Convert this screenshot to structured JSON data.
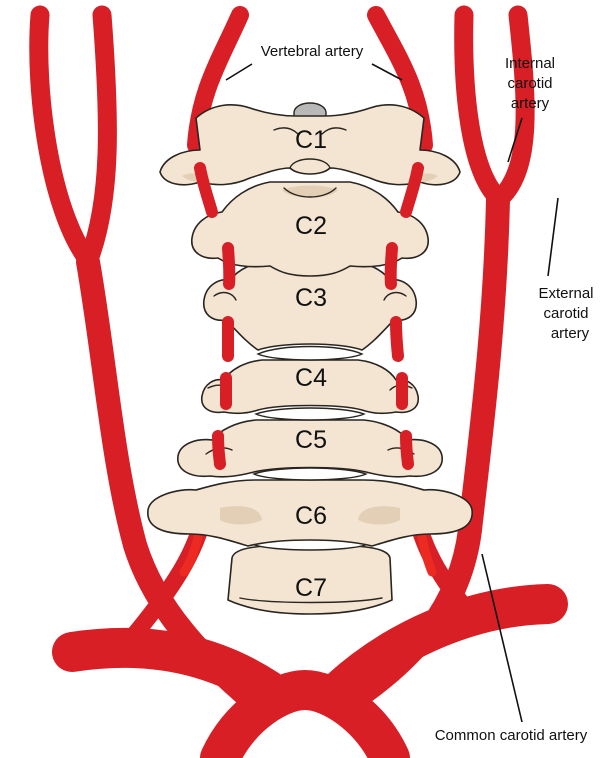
{
  "diagram": {
    "labels": {
      "vertebral_artery": "Vertebral artery",
      "internal_carotid": [
        "Internal",
        "carotid",
        "artery"
      ],
      "external_carotid": [
        "External",
        "carotid",
        "artery"
      ],
      "common_carotid": "Common carotid artery"
    },
    "vertebrae": [
      "C1",
      "C2",
      "C3",
      "C4",
      "C5",
      "C6",
      "C7"
    ],
    "colors": {
      "artery": "#d81f26",
      "artery_highlight": "#ec2a22",
      "bone": "#f3e5d2",
      "bone_shadow": "#e3cfb5",
      "outline": "#2a2520"
    }
  }
}
